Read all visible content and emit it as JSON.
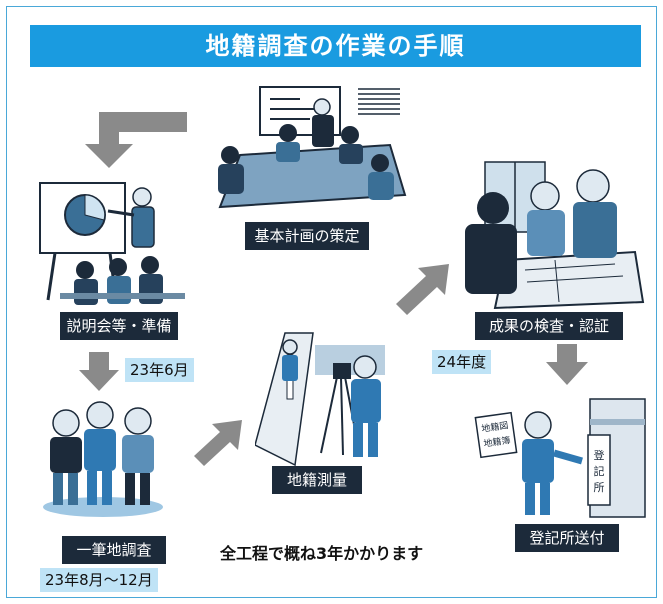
{
  "title": "地籍調査の作業の手順",
  "steps": [
    {
      "label": "説明会等・準備"
    },
    {
      "label": "基本計画の策定"
    },
    {
      "label": "一筆地調査"
    },
    {
      "label": "地籍測量"
    },
    {
      "label": "成果の検査・認証"
    },
    {
      "label": "登記所送付"
    }
  ],
  "dates": {
    "june": "23年6月",
    "aug_dec": "23年8月～12月",
    "fy24": "24年度"
  },
  "sign_text": [
    "地籍図",
    "地籍簿"
  ],
  "registry_sign": "登記所",
  "footer": "全工程で概ね3年かかります",
  "colors": {
    "accent": "#1a9be0",
    "label_bg": "#1c2a3a",
    "date_bg": "#bfe3f6",
    "arrow": "#8a8a8a"
  }
}
